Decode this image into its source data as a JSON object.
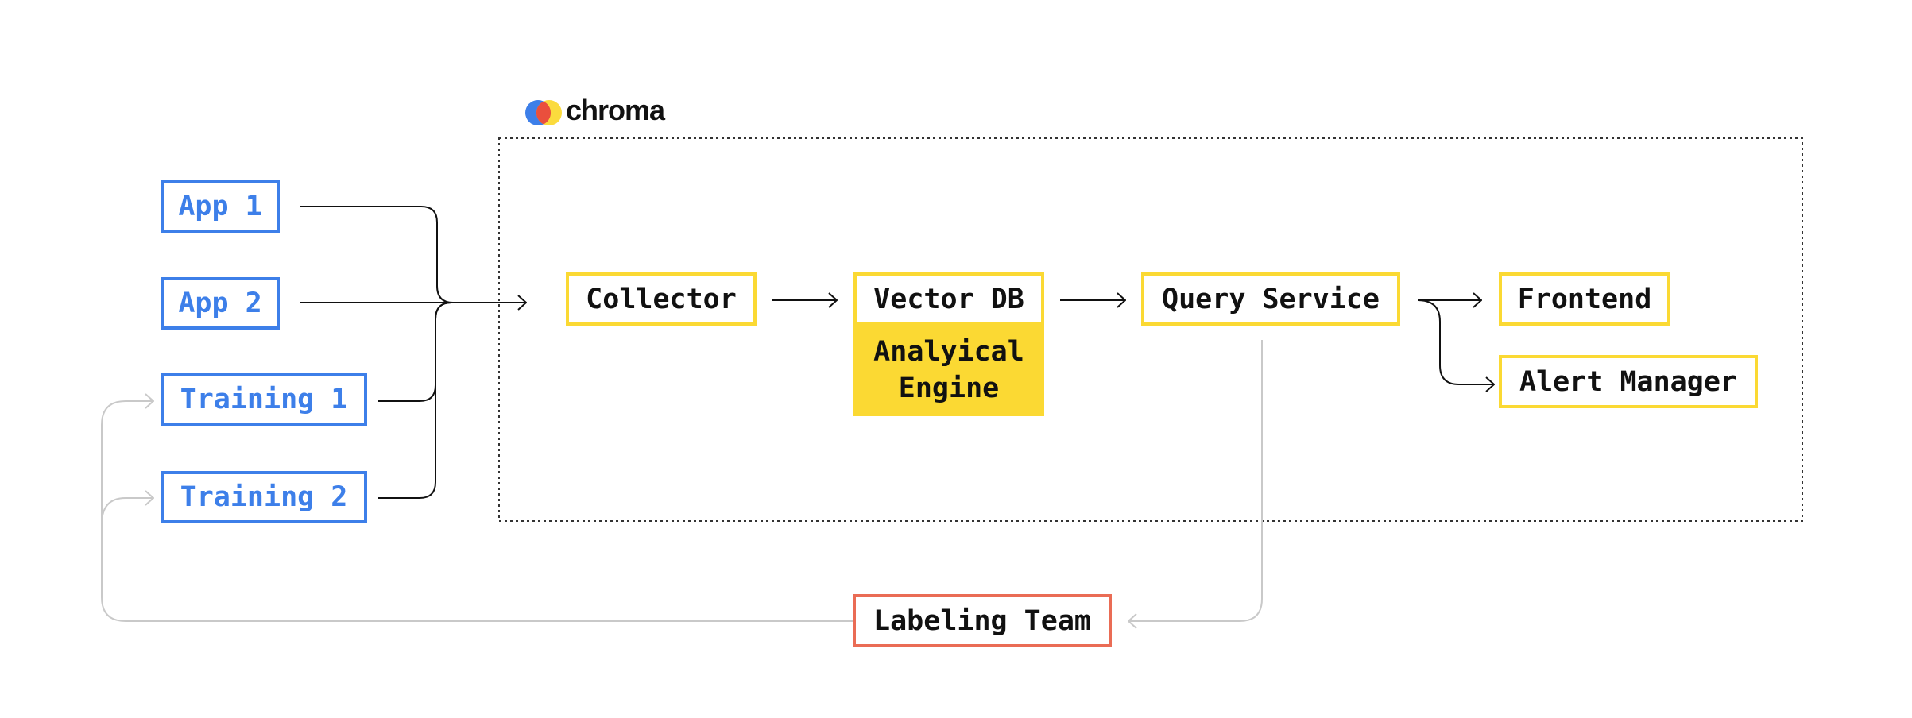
{
  "brand": {
    "name": "chroma",
    "logo_colors": [
      "#3d7fe9",
      "#fbd933",
      "#ea4f3d"
    ]
  },
  "colors": {
    "blue": "#3d7fe9",
    "yellow": "#fbd933",
    "red": "#ea6c55",
    "line": "#111111",
    "feedback_line": "#c9c9c9"
  },
  "sources": {
    "app1": "App 1",
    "app2": "App 2",
    "training1": "Training 1",
    "training2": "Training 2"
  },
  "pipeline": {
    "collector": "Collector",
    "vector_db": "Vector DB",
    "engine_line1": "Analyical",
    "engine_line2": "Engine",
    "query_service": "Query Service"
  },
  "outputs": {
    "frontend": "Frontend",
    "alert_manager": "Alert Manager"
  },
  "feedback": {
    "labeling_team": "Labeling Team"
  }
}
